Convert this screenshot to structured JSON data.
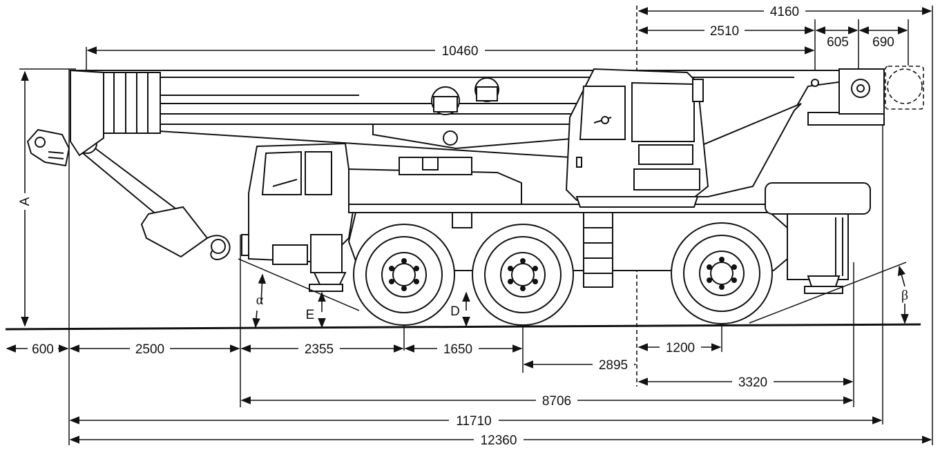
{
  "dimensions": {
    "overall_rear": "4160",
    "rear_2510": "2510",
    "rear_605": "605",
    "rear_690": "690",
    "boom_length": "10460",
    "front_600": "600",
    "front_2500": "2500",
    "axle_2355": "2355",
    "axle_1650": "1650",
    "axle_1200": "1200",
    "span_2895": "2895",
    "span_3320": "3320",
    "span_8706": "8706",
    "span_11710": "11710",
    "span_12360": "12360"
  },
  "symbols": {
    "height": "A",
    "ground_clearance_front": "E",
    "ground_clearance_axle": "D",
    "approach_angle": "α",
    "departure_angle": "β"
  }
}
